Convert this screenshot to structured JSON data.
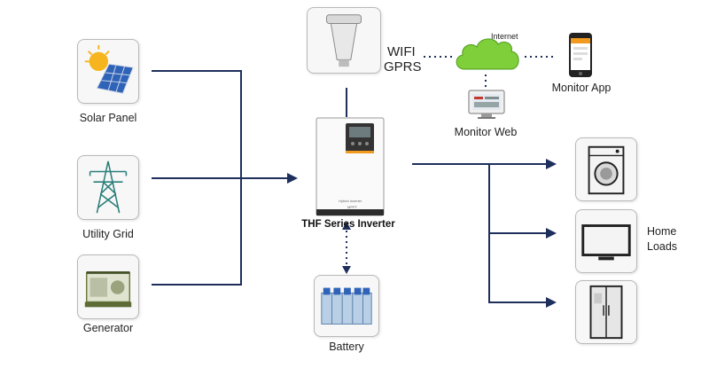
{
  "sources": [
    {
      "label": "Solar Panel",
      "icon": "solar-panel-icon"
    },
    {
      "label": "Utility Grid",
      "icon": "utility-tower-icon"
    },
    {
      "label": "Generator",
      "icon": "generator-icon"
    }
  ],
  "inverter": {
    "label": "THF Series Inverter",
    "panel_text": "Hybrid Inverter",
    "badge_text": "MPPT"
  },
  "battery": {
    "label": "Battery"
  },
  "comms": {
    "wifi": "WIFI",
    "gprs": "GPRS",
    "internet": "Internet",
    "monitor_web": "Monitor Web",
    "monitor_app": "Monitor App"
  },
  "loads": {
    "label_line1": "Home",
    "label_line2": "Loads",
    "items": [
      {
        "icon": "washing-machine-icon"
      },
      {
        "icon": "television-icon"
      },
      {
        "icon": "refrigerator-icon"
      }
    ]
  },
  "colors": {
    "line": "#1f2f5c",
    "cloud": "#7fcf3a",
    "inverter_accent": "#f29a1f"
  }
}
